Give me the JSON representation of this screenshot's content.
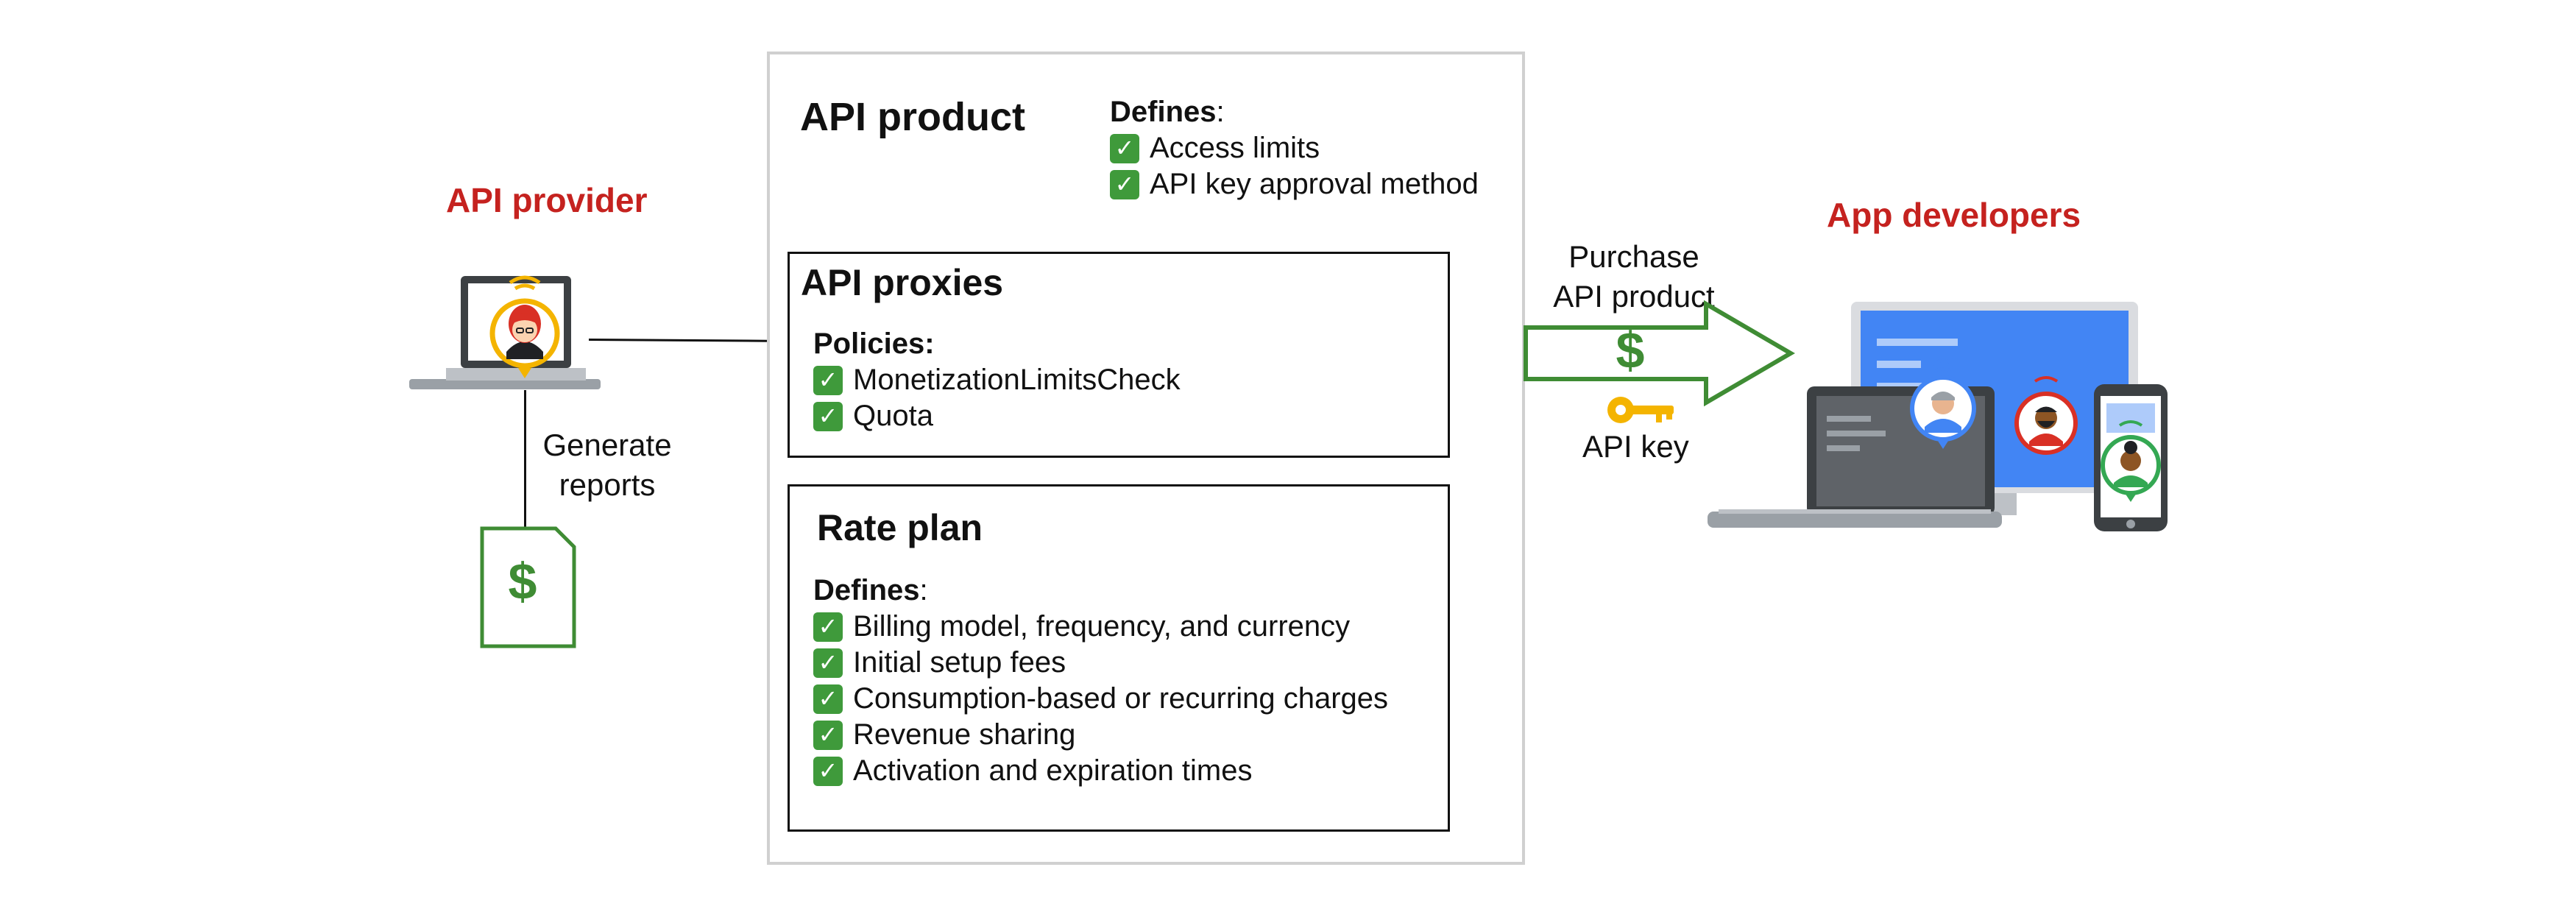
{
  "api_provider": {
    "title": "API provider"
  },
  "report_link": {
    "line1": "Generate",
    "line2": "reports"
  },
  "report_doc": {
    "symbol": "$"
  },
  "api_product": {
    "title": "API product",
    "defines_label": "Defines",
    "defines_colon": ":",
    "items": [
      "Access limits",
      "API key approval method"
    ]
  },
  "api_proxies": {
    "title": "API proxies",
    "policies_label": "Policies:",
    "items": [
      "MonetizationLimitsCheck",
      "Quota"
    ]
  },
  "rate_plan": {
    "title": "Rate plan",
    "defines_label": "Defines",
    "defines_colon": ":",
    "items": [
      "Billing model, frequency, and currency",
      "Initial setup fees",
      "Consumption-based or recurring charges",
      "Revenue sharing",
      "Activation and expiration times"
    ]
  },
  "purchase": {
    "line1": "Purchase",
    "line2": "API product",
    "symbol": "$",
    "key_label": "API key"
  },
  "app_developers": {
    "title": "App developers"
  },
  "check_mark": "✓",
  "colors": {
    "red_title": "#c5221f",
    "green_arrow": "#3f8c34",
    "check_green": "#3f9a3b",
    "screen_blue": "#4285f4",
    "key_yellow": "#f4b400",
    "box_border": "#d0d0d0"
  },
  "icons": [
    "laptop-icon",
    "person-avatar-icon",
    "document-dollar-icon",
    "arrow-right-icon",
    "key-icon",
    "desktop-monitor-icon",
    "smartphone-icon"
  ]
}
